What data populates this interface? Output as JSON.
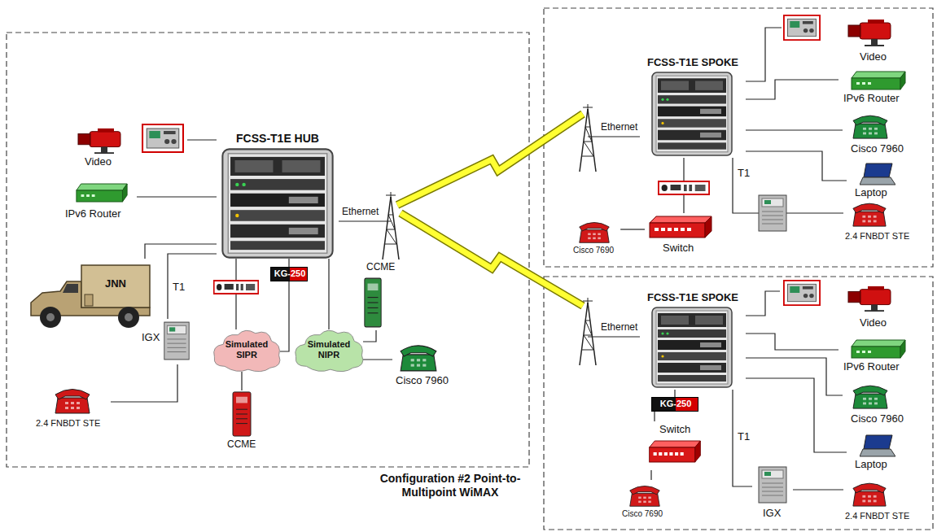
{
  "diagram": {
    "caption": "Configuration #2 Point-to-Multipoint WiMAX",
    "nodes": [
      {
        "text": [
          "FCSS-T1E HUB"
        ]
      },
      {
        "text": [
          "Video"
        ]
      },
      {
        "text": [
          "IPv6 Router"
        ]
      },
      {
        "text": [
          "JNN"
        ]
      },
      {
        "text": [
          "IGX"
        ]
      },
      {
        "text": [
          "2.4 FNBDT STE"
        ]
      },
      {
        "text": [
          "KG-250"
        ]
      },
      {
        "text": [
          "Simulated SIPR"
        ]
      },
      {
        "text": [
          "Simulated NIPR"
        ]
      },
      {
        "text": [
          "CCME"
        ]
      },
      {
        "text": [
          "Cisco 7960"
        ]
      },
      {
        "text": [
          "CCME"
        ]
      },
      {
        "text": [
          "FCSS-T1E SPOKE"
        ]
      },
      {
        "text": [
          "Video"
        ]
      },
      {
        "text": [
          "IPv6 Router"
        ]
      },
      {
        "text": [
          "Cisco 7960"
        ]
      },
      {
        "text": [
          "Laptop"
        ]
      },
      {
        "text": [
          "Switch"
        ]
      },
      {
        "text": [
          "Cisco 7690"
        ]
      },
      {
        "text": [
          "2.4 FNBDT STE"
        ]
      },
      {
        "text": [
          "FCSS-T1E SPOKE"
        ]
      },
      {
        "text": [
          "Video"
        ]
      },
      {
        "text": [
          "IPv6 Router"
        ]
      },
      {
        "text": [
          "Cisco 7960"
        ]
      },
      {
        "text": [
          "Laptop"
        ]
      },
      {
        "text": [
          "KG-250"
        ]
      },
      {
        "text": [
          "Switch"
        ]
      },
      {
        "text": [
          "Cisco 7690"
        ]
      },
      {
        "text": [
          "IGX"
        ]
      },
      {
        "text": [
          "2.4 FNBDT STE"
        ]
      }
    ],
    "edges": [
      {
        "from": 0,
        "to": 1,
        "arrow": "none"
      },
      {
        "from": 0,
        "to": 2,
        "arrow": "none"
      },
      {
        "from": 0,
        "to": 3,
        "arrow": "none"
      },
      {
        "from": 0,
        "to": 4,
        "label": "T1",
        "arrow": "none"
      },
      {
        "from": 4,
        "to": 5,
        "arrow": "none"
      },
      {
        "from": 0,
        "to": 6,
        "arrow": "none"
      },
      {
        "from": 6,
        "to": 7,
        "arrow": "none"
      },
      {
        "from": 0,
        "to": 7,
        "arrow": "none"
      },
      {
        "from": 7,
        "to": 11,
        "arrow": "none"
      },
      {
        "from": 0,
        "to": 8,
        "arrow": "none"
      },
      {
        "from": 8,
        "to": 9,
        "arrow": "none"
      },
      {
        "from": 8,
        "to": 10,
        "arrow": "none"
      },
      {
        "from": 12,
        "to": 13,
        "arrow": "none"
      },
      {
        "from": 12,
        "to": 14,
        "arrow": "none"
      },
      {
        "from": 12,
        "to": 15,
        "arrow": "none"
      },
      {
        "from": 12,
        "to": 16,
        "arrow": "none"
      },
      {
        "from": 12,
        "to": 17,
        "arrow": "none"
      },
      {
        "from": 17,
        "to": 18,
        "arrow": "none"
      },
      {
        "from": 12,
        "to": 19,
        "label": "T1",
        "arrow": "none"
      },
      {
        "from": 20,
        "to": 21,
        "arrow": "none"
      },
      {
        "from": 20,
        "to": 22,
        "arrow": "none"
      },
      {
        "from": 20,
        "to": 23,
        "arrow": "none"
      },
      {
        "from": 20,
        "to": 24,
        "arrow": "none"
      },
      {
        "from": 20,
        "to": 25,
        "arrow": "none"
      },
      {
        "from": 25,
        "to": 26,
        "arrow": "none"
      },
      {
        "from": 26,
        "to": 27,
        "arrow": "none"
      },
      {
        "from": 20,
        "to": 28,
        "label": "T1",
        "arrow": "none"
      },
      {
        "from": 28,
        "to": 29,
        "arrow": "none"
      }
    ],
    "labels": [
      "Ethernet",
      "Ethernet",
      "Ethernet"
    ]
  }
}
